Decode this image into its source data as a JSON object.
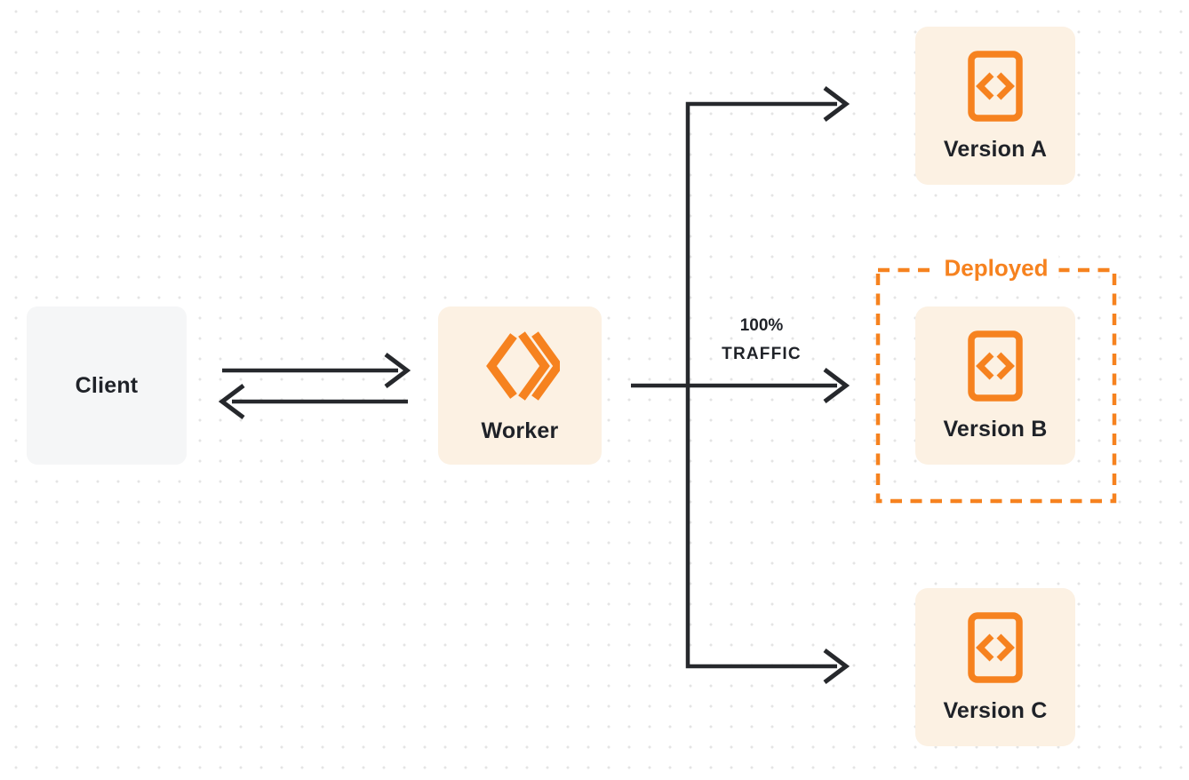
{
  "colors": {
    "page_bg": "#ffffff",
    "dot_grid": "#e4e4e4",
    "client_box_bg": "#f5f6f7",
    "node_box_bg": "#fcf1e3",
    "accent_orange": "#f6821f",
    "arrow_dark": "#26282c",
    "text_dark": "#1f2228"
  },
  "nodes": {
    "client": {
      "label": "Client"
    },
    "worker": {
      "label": "Worker"
    },
    "version_a": {
      "label": "Version A"
    },
    "version_b": {
      "label": "Version B"
    },
    "version_c": {
      "label": "Version C"
    }
  },
  "group": {
    "deployed_label": "Deployed"
  },
  "edge": {
    "traffic_line1": "100%",
    "traffic_line2": "TRAFFIC"
  },
  "icons": {
    "worker": "workers-double-chevron-icon",
    "version": "code-file-icon"
  }
}
